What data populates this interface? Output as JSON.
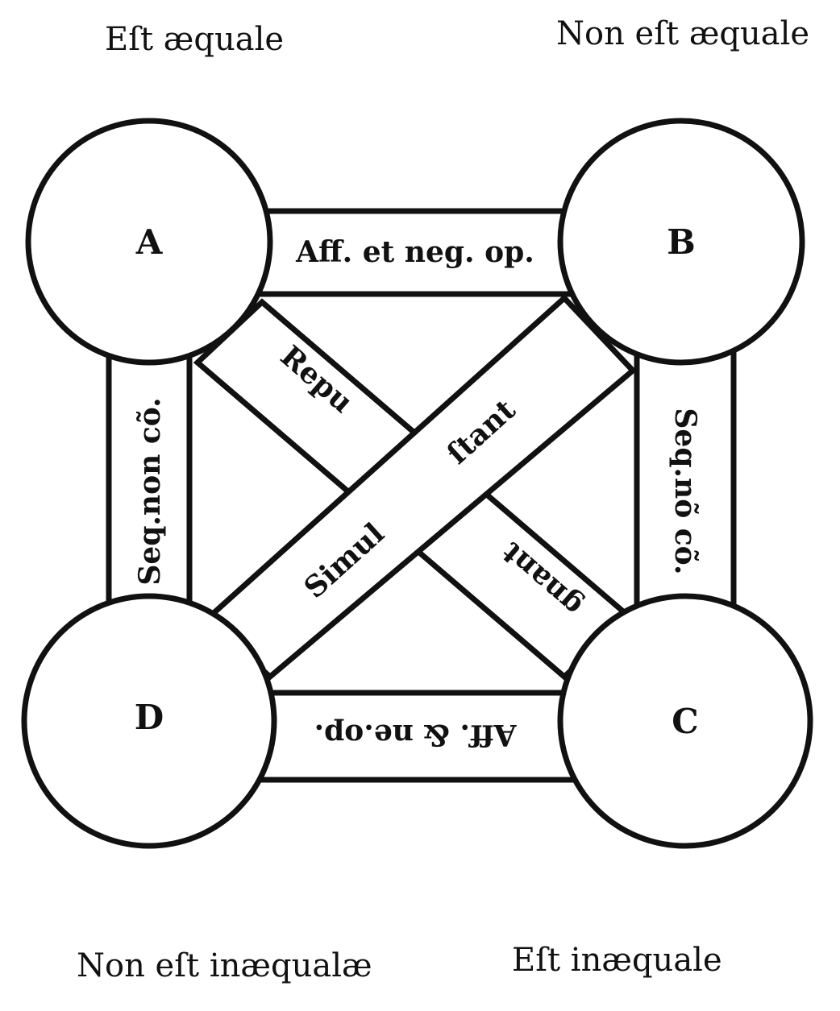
{
  "corners": {
    "top_left": "Eſt æquale",
    "top_right": "Non eſt æquale",
    "bottom_left": "Non eſt inæqualæ",
    "bottom_right": "Eſt inæquale"
  },
  "nodes": {
    "a": "A",
    "b": "B",
    "c": "C",
    "d": "D"
  },
  "bands": {
    "top": "Aff. et neg. op.",
    "bottom": "Aff. & ne.op.",
    "left": "Seq.non cõ.",
    "right": "Seq.nõ cõ.",
    "diag_ac_1": "Repu",
    "diag_ac_2": "gnant",
    "diag_db_1": "Simul",
    "diag_db_2": "ſtant"
  }
}
